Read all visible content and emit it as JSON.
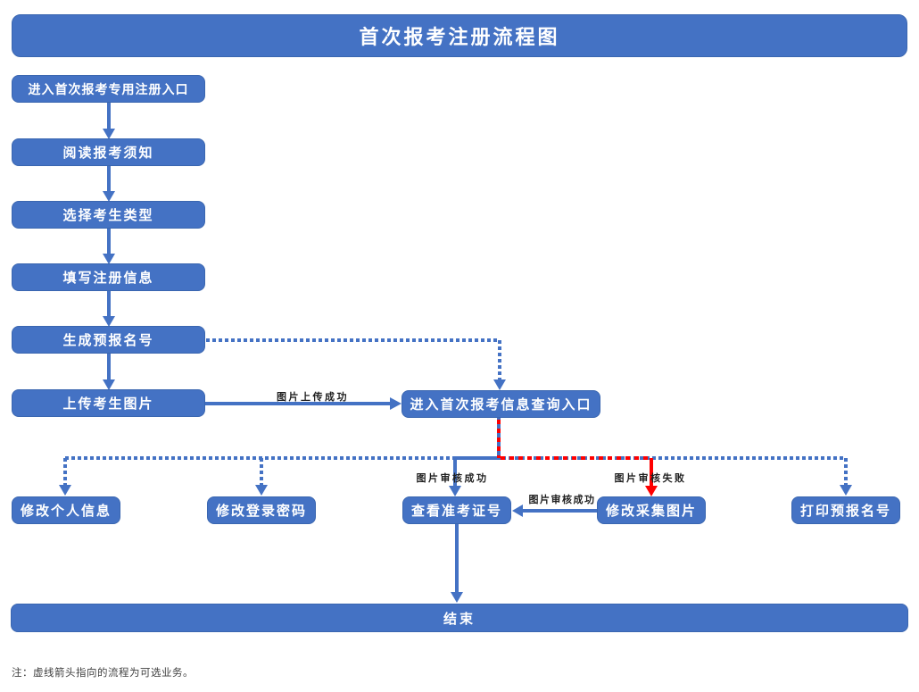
{
  "title": "首次报考注册流程图",
  "nodes": {
    "step1": "进入首次报考专用注册入口",
    "step2": "阅读报考须知",
    "step3": "选择考生类型",
    "step4": "填写注册信息",
    "step5": "生成预报名号",
    "step6": "上传考生图片",
    "query_entry": "进入首次报考信息查询入口",
    "edit_personal_info": "修改个人信息",
    "edit_password": "修改登录密码",
    "view_admission_number": "查看准考证号",
    "edit_photo": "修改采集图片",
    "print_number": "打印预报名号",
    "end": "结束"
  },
  "edge_labels": {
    "upload_success": "图片上传成功",
    "review_success_down": "图片审核成功",
    "review_fail": "图片审核失败",
    "review_success_left": "图片审核成功"
  },
  "note": "注：虚线箭头指向的流程为可选业务。",
  "colors": {
    "node_fill": "#4472C4",
    "node_border": "#3A66B0",
    "arrow_blue": "#4472C4",
    "arrow_red": "#FF0000",
    "node_text": "#FFFFFF",
    "label_text": "#1F1F1F",
    "note_text": "#404040",
    "background": "#FFFFFF"
  }
}
